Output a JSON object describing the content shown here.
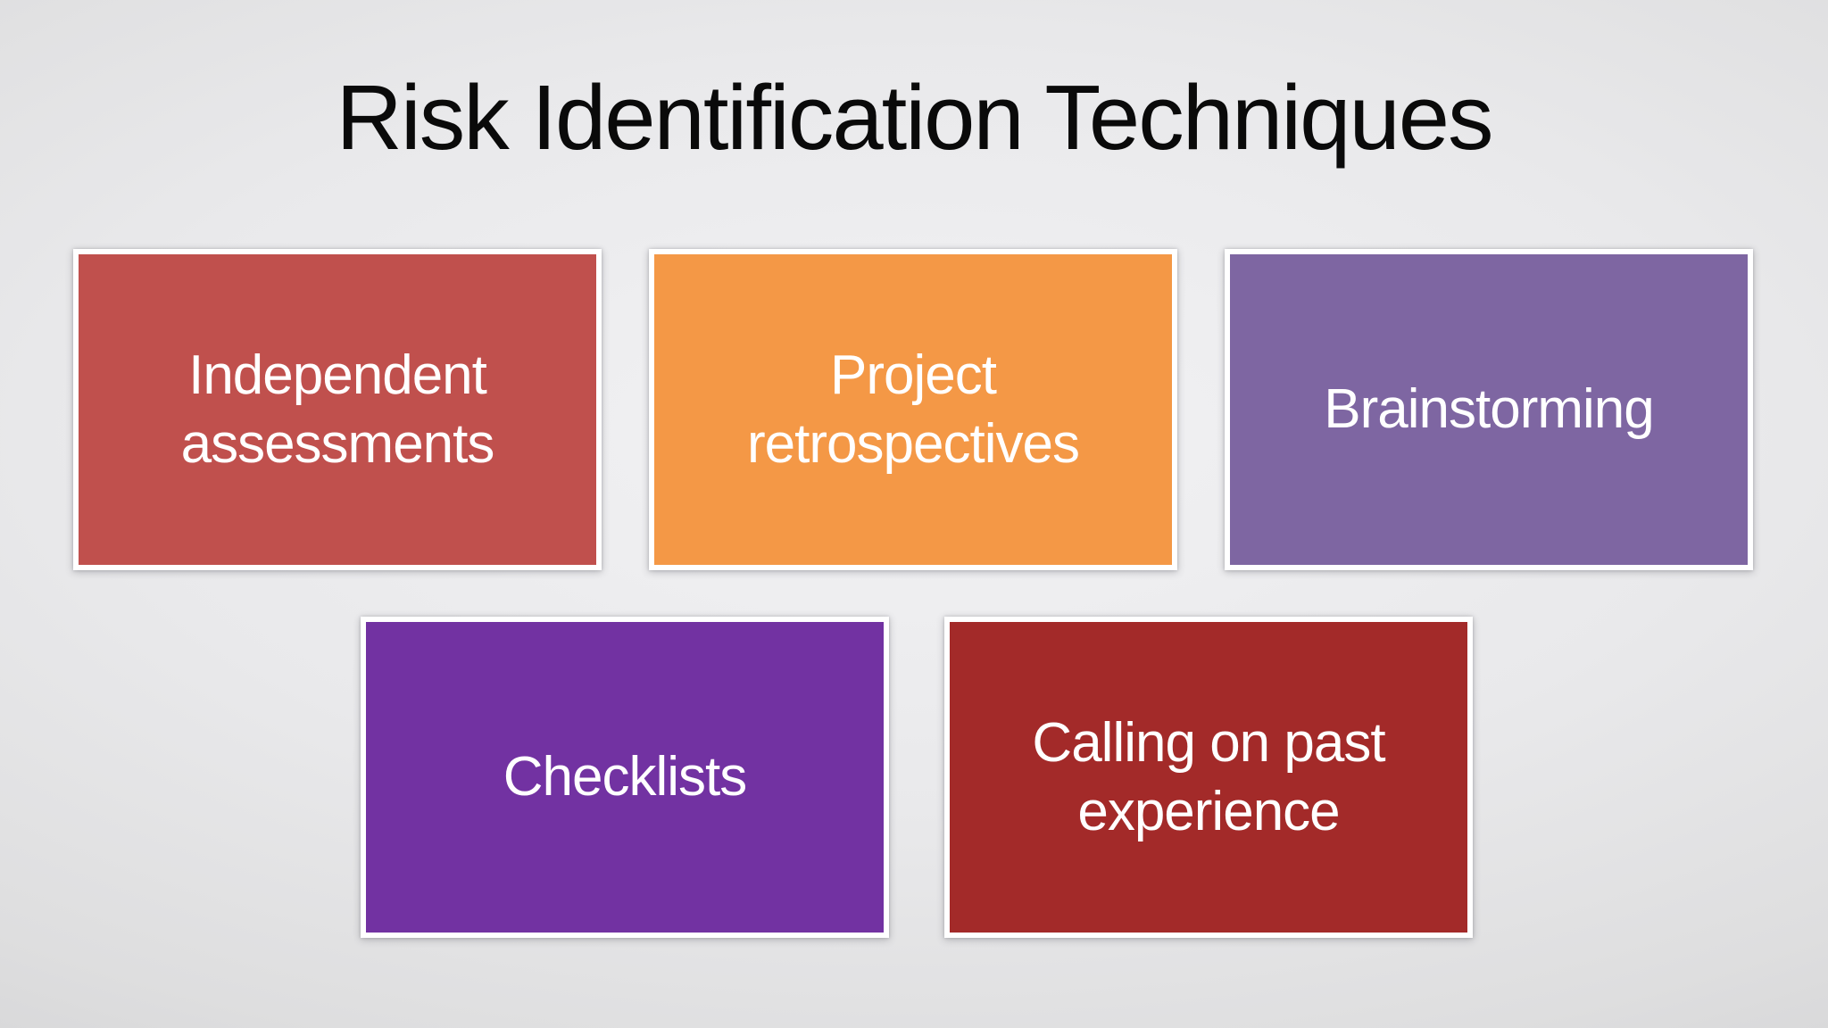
{
  "slide": {
    "title": "Risk Identification Techniques",
    "title_color": "#0A0A0A",
    "background_colors": {
      "center": "#F2F2F4",
      "corners": "#C3C3C5"
    },
    "box_border_color": "#FFFFFF",
    "box_text_color": "#FFFFFF",
    "boxes": [
      {
        "label": "Independent assessments",
        "color": "#C0504D"
      },
      {
        "label": "Project retrospectives",
        "color": "#F49846"
      },
      {
        "label": "Brainstorming",
        "color": "#7E66A2"
      },
      {
        "label": "Checklists",
        "color": "#7232A2"
      },
      {
        "label": "Calling on past experience",
        "color": "#A32A29"
      }
    ]
  }
}
